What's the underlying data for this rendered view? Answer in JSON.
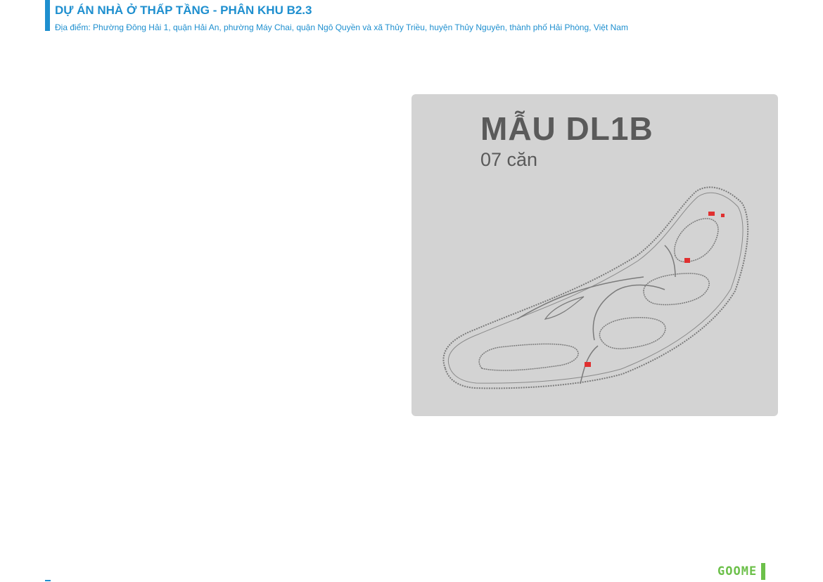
{
  "header": {
    "title": "DỰ ÁN NHÀ Ở THẤP TẦNG - PHÂN KHU B2.3",
    "location": "Địa điểm: Phường Đông Hải 1, quận Hải An, phường Máy Chai, quận Ngô Quyền và xã Thủy Triều, huyện Thủy Nguyên, thành phố Hải Phòng, Việt Nam"
  },
  "panel": {
    "model_name": "MẪU DL1B",
    "unit_count": "07 căn"
  },
  "site_map": {
    "icon": "site-plan-icon",
    "background_color": "#d3d3d3",
    "outline_color": "#7a7a7a",
    "highlight_color": "#e03030"
  },
  "brand": {
    "logo_text": "GOOME",
    "color": "#6cc04a"
  },
  "colors": {
    "accent": "#1e8fcf",
    "text_dark": "#5a5a5a"
  }
}
